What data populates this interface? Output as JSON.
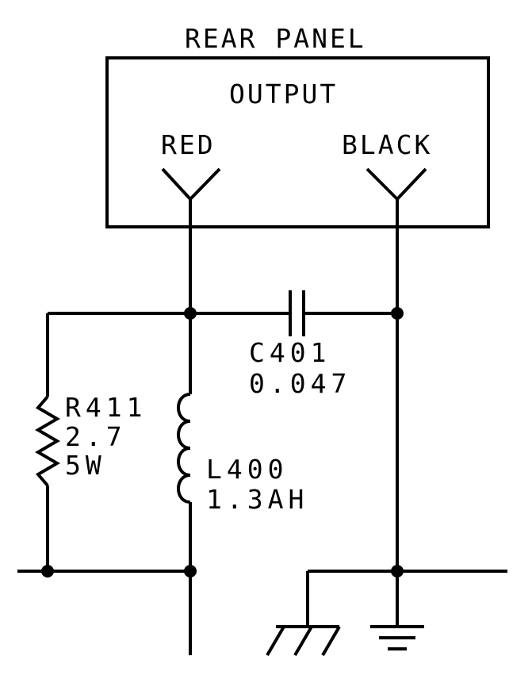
{
  "panel": {
    "title": "REAR PANEL",
    "output_label": "OUTPUT",
    "red_terminal": "RED",
    "black_terminal": "BLACK"
  },
  "components": {
    "resistor": {
      "ref": "R411",
      "value": "2.7",
      "power": "5W"
    },
    "capacitor": {
      "ref": "C401",
      "value": "0.047"
    },
    "inductor": {
      "ref": "L400",
      "value": "1.3AH"
    }
  }
}
